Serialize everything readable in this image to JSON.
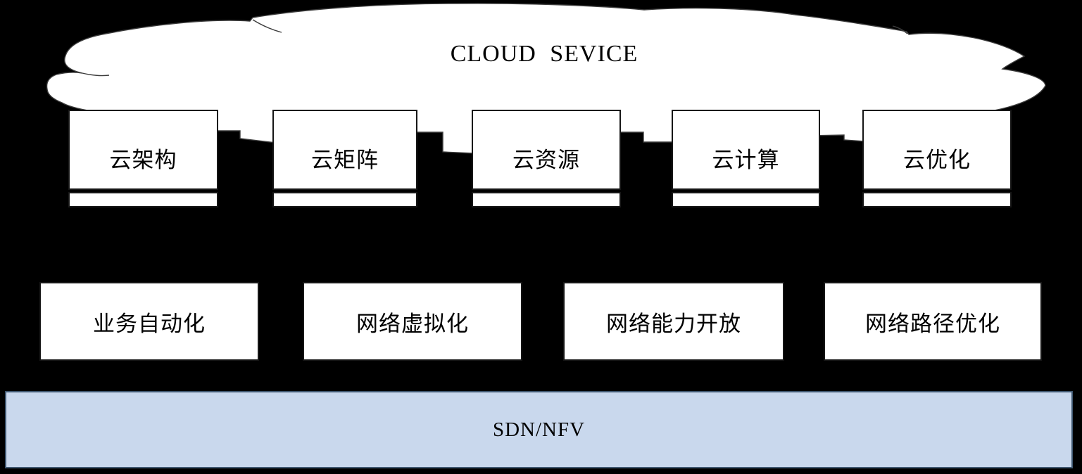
{
  "diagram": {
    "background_color": "#000000",
    "text_color": "#000000",
    "box_fill": "#FFFFFF",
    "box_border_color": "#161616",
    "cloud": {
      "label": "CLOUD SEVICE",
      "fill": "#FFFFFF",
      "outline_color": "#3B3B3B"
    },
    "top_row": {
      "boxes": [
        {
          "label": "云架构"
        },
        {
          "label": "云矩阵"
        },
        {
          "label": "云资源"
        },
        {
          "label": "云计算"
        },
        {
          "label": "云优化"
        }
      ]
    },
    "middle_row": {
      "boxes": [
        {
          "label": "业务自动化"
        },
        {
          "label": "网络虚拟化"
        },
        {
          "label": "网络能力开放"
        },
        {
          "label": "网络路径优化"
        }
      ]
    },
    "bottom_bar": {
      "label": "SDN/NFV",
      "fill": "#C9D8ED",
      "border_color": "#3F5770"
    }
  }
}
